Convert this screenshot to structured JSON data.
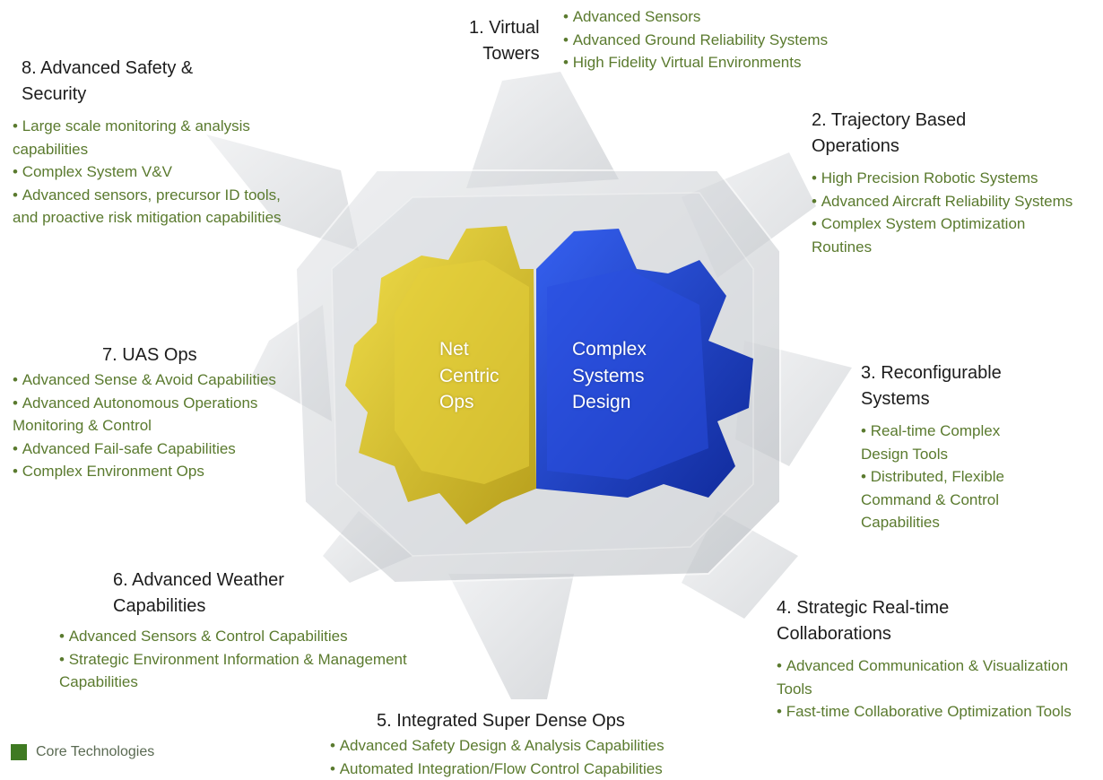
{
  "colors": {
    "bullet_text": "#5a7a2e",
    "title_text": "#1c1c1c",
    "net_centric": "#d8c42c",
    "complex_systems": "#1f3ec9",
    "shell": "#c9cdd2",
    "legend_swatch": "#3f7a22"
  },
  "core": {
    "net_centric": "Net Centric Ops",
    "net_centric_lines": [
      "Net",
      "Centric",
      "Ops"
    ],
    "complex_systems": "Complex Systems Design",
    "complex_systems_lines": [
      "Complex",
      "Systems",
      "Design"
    ]
  },
  "blocks": [
    {
      "id": "virtual-towers",
      "title_lines": [
        "1. Virtual",
        "Towers"
      ],
      "bullets": [
        "Advanced Sensors",
        "Advanced Ground Reliability Systems",
        "High Fidelity Virtual Environments"
      ]
    },
    {
      "id": "trajectory",
      "title_lines": [
        "2. Trajectory Based",
        "Operations"
      ],
      "bullets": [
        "High Precision Robotic Systems",
        "Advanced Aircraft Reliability Systems",
        "Complex System Optimization Routines"
      ]
    },
    {
      "id": "reconfigurable",
      "title_lines": [
        "3. Reconfigurable",
        "Systems"
      ],
      "bullets": [
        "Real-time Complex Design Tools",
        "Distributed, Flexible Command & Control Capabilities"
      ]
    },
    {
      "id": "strategic",
      "title_lines": [
        "4. Strategic Real-time",
        "Collaborations"
      ],
      "bullets": [
        "Advanced Communication & Visualization Tools",
        "Fast-time Collaborative Optimization Tools"
      ]
    },
    {
      "id": "super-dense",
      "title_lines": [
        "5. Integrated Super Dense Ops"
      ],
      "bullets": [
        "Advanced Safety Design & Analysis Capabilities",
        "Automated Integration/Flow Control Capabilities"
      ]
    },
    {
      "id": "weather",
      "title_lines": [
        "6. Advanced Weather",
        "Capabilities"
      ],
      "bullets": [
        "Advanced Sensors & Control Capabilities",
        "Strategic Environment Information & Management Capabilities"
      ]
    },
    {
      "id": "uas",
      "title_lines": [
        "7. UAS Ops"
      ],
      "bullets": [
        "Advanced Sense & Avoid Capabilities",
        "Advanced Autonomous Operations Monitoring & Control",
        "Advanced Fail-safe Capabilities",
        "Complex Environment Ops"
      ]
    },
    {
      "id": "safety",
      "title_lines": [
        "8. Advanced Safety &",
        "Security"
      ],
      "bullets": [
        "Large scale monitoring & analysis capabilities",
        "Complex System V&V",
        "Advanced sensors, precursor ID tools, and proactive risk mitigation capabilities"
      ]
    }
  ],
  "legend": {
    "label": "Core Technologies"
  }
}
